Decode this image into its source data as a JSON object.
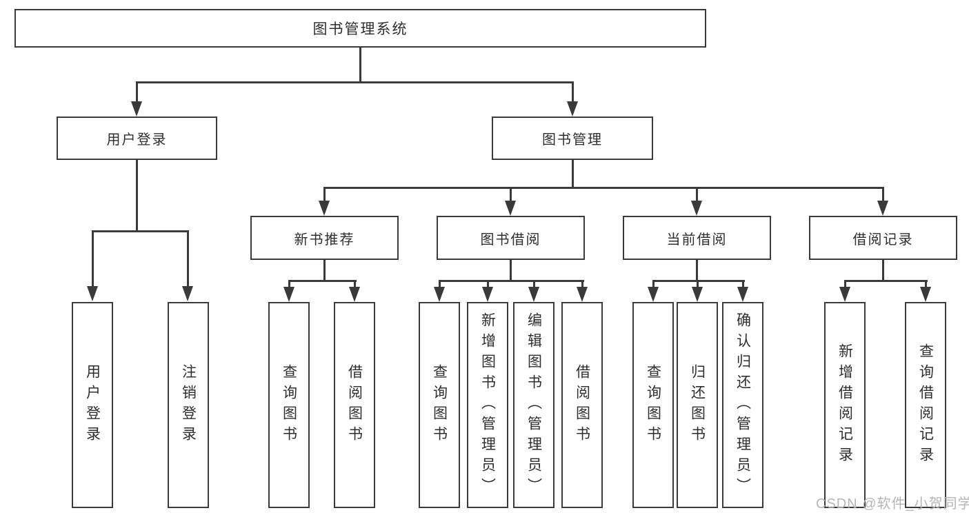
{
  "tree": {
    "root": {
      "label": "图书管理系统"
    },
    "branches": [
      {
        "label": "用户登录",
        "children": [
          {
            "label": "用户登录"
          },
          {
            "label": "注销登录"
          }
        ]
      },
      {
        "label": "图书管理",
        "children": [
          {
            "label": "新书推荐",
            "children": [
              {
                "label": "查询图书"
              },
              {
                "label": "借阅图书"
              }
            ]
          },
          {
            "label": "图书借阅",
            "children": [
              {
                "label": "查询图书"
              },
              {
                "label": "新增图书（管理员）"
              },
              {
                "label": "编辑图书（管理员）"
              },
              {
                "label": "借阅图书"
              }
            ]
          },
          {
            "label": "当前借阅",
            "children": [
              {
                "label": "查询图书"
              },
              {
                "label": "归还图书"
              },
              {
                "label": "确认归还（管理员）"
              }
            ]
          },
          {
            "label": "借阅记录",
            "children": [
              {
                "label": "新增借阅记录"
              },
              {
                "label": "查询借阅记录"
              }
            ]
          }
        ]
      }
    ]
  },
  "watermark": {
    "text": "CSDN @软件_小贺同学"
  },
  "colors": {
    "line": "#3a3a3a",
    "text": "#2e2e2e",
    "watermark": "#b6b6b6",
    "background": "#ffffff"
  }
}
